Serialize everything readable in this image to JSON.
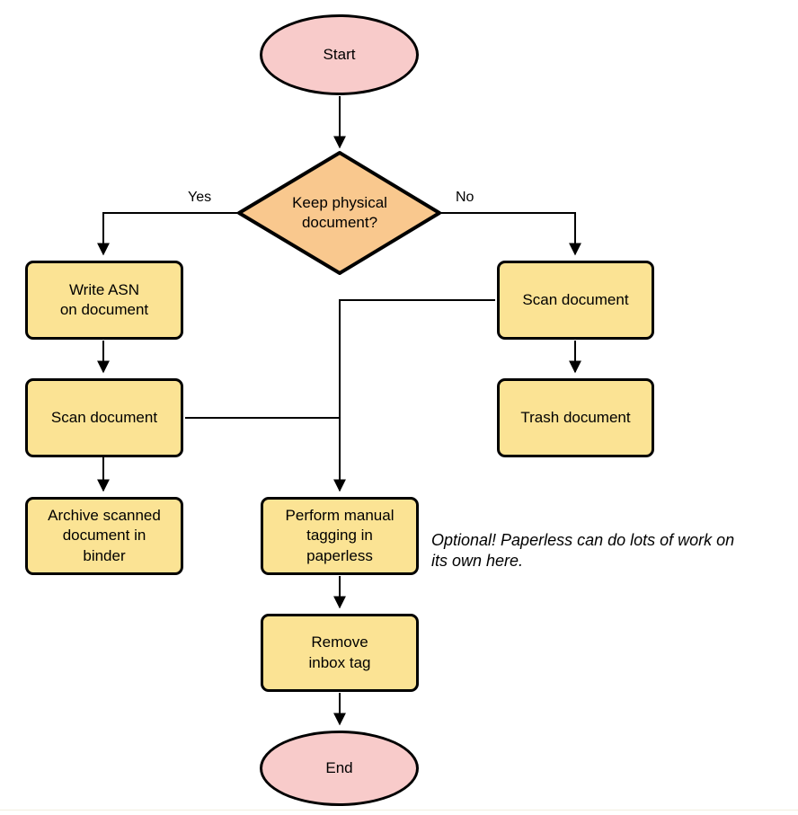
{
  "colors": {
    "terminal_fill": "#F8CBCA",
    "decision_fill": "#F9C88E",
    "process_fill": "#FBE394",
    "stroke": "#000000"
  },
  "nodes": {
    "start": {
      "label": "Start"
    },
    "decision": {
      "label": "Keep physical\ndocument?"
    },
    "write_asn": {
      "label": "Write ASN\non document"
    },
    "scan_left": {
      "label": "Scan document"
    },
    "archive": {
      "label": "Archive scanned\ndocument in\nbinder"
    },
    "scan_right": {
      "label": "Scan document"
    },
    "trash": {
      "label": "Trash document"
    },
    "tagging": {
      "label": "Perform manual\ntagging in\npaperless"
    },
    "remove_inbox": {
      "label": "Remove\ninbox tag"
    },
    "end": {
      "label": "End"
    }
  },
  "edge_labels": {
    "yes": "Yes",
    "no": "No"
  },
  "note": "Optional! Paperless can do lots of work on\nits own here."
}
